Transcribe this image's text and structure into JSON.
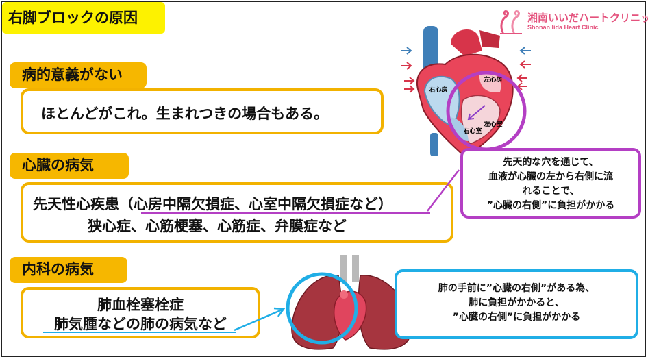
{
  "title": "右脚ブロックの原因",
  "brand": {
    "name": "湘南いいだハートクリニック",
    "subtitle": "Shonan Iida Heart Clinic"
  },
  "sections": [
    {
      "heading": "病的意義がない",
      "lines": [
        "ほとんどがこれ。生まれつきの場合もある。"
      ]
    },
    {
      "heading": "心臓の病気",
      "lines": [
        "先天性心疾患（心房中隔欠損症、心室中隔欠損症など）",
        "狭心症、心筋梗塞、心筋症、弁膜症など"
      ]
    },
    {
      "heading": "内科の病気",
      "lines": [
        "肺血栓塞栓症",
        "肺気腫などの肺の病気など"
      ]
    }
  ],
  "heart_labels": {
    "right_atrium": "右心房",
    "left_atrium": "左心房",
    "right_ventricle": "右心室",
    "left_ventricle": "左心室"
  },
  "callouts": {
    "heart": [
      "先天的な穴を通じて、",
      "血液が心臓の左から右側に流",
      "れることで、",
      "”心臓の右側”に負担がかかる"
    ],
    "lung": [
      "肺の手前に”心臓の右側”がある為、",
      "肺に負担がかかると、",
      "”心臓の右側”に負担がかかる"
    ]
  },
  "colors": {
    "title_bg": "#fdf200",
    "tag_bg": "#f6b700",
    "box_border": "#f2b200",
    "heart_callout": "#b43fc4",
    "lung_callout": "#20aee6",
    "brand": "#e4527d"
  }
}
